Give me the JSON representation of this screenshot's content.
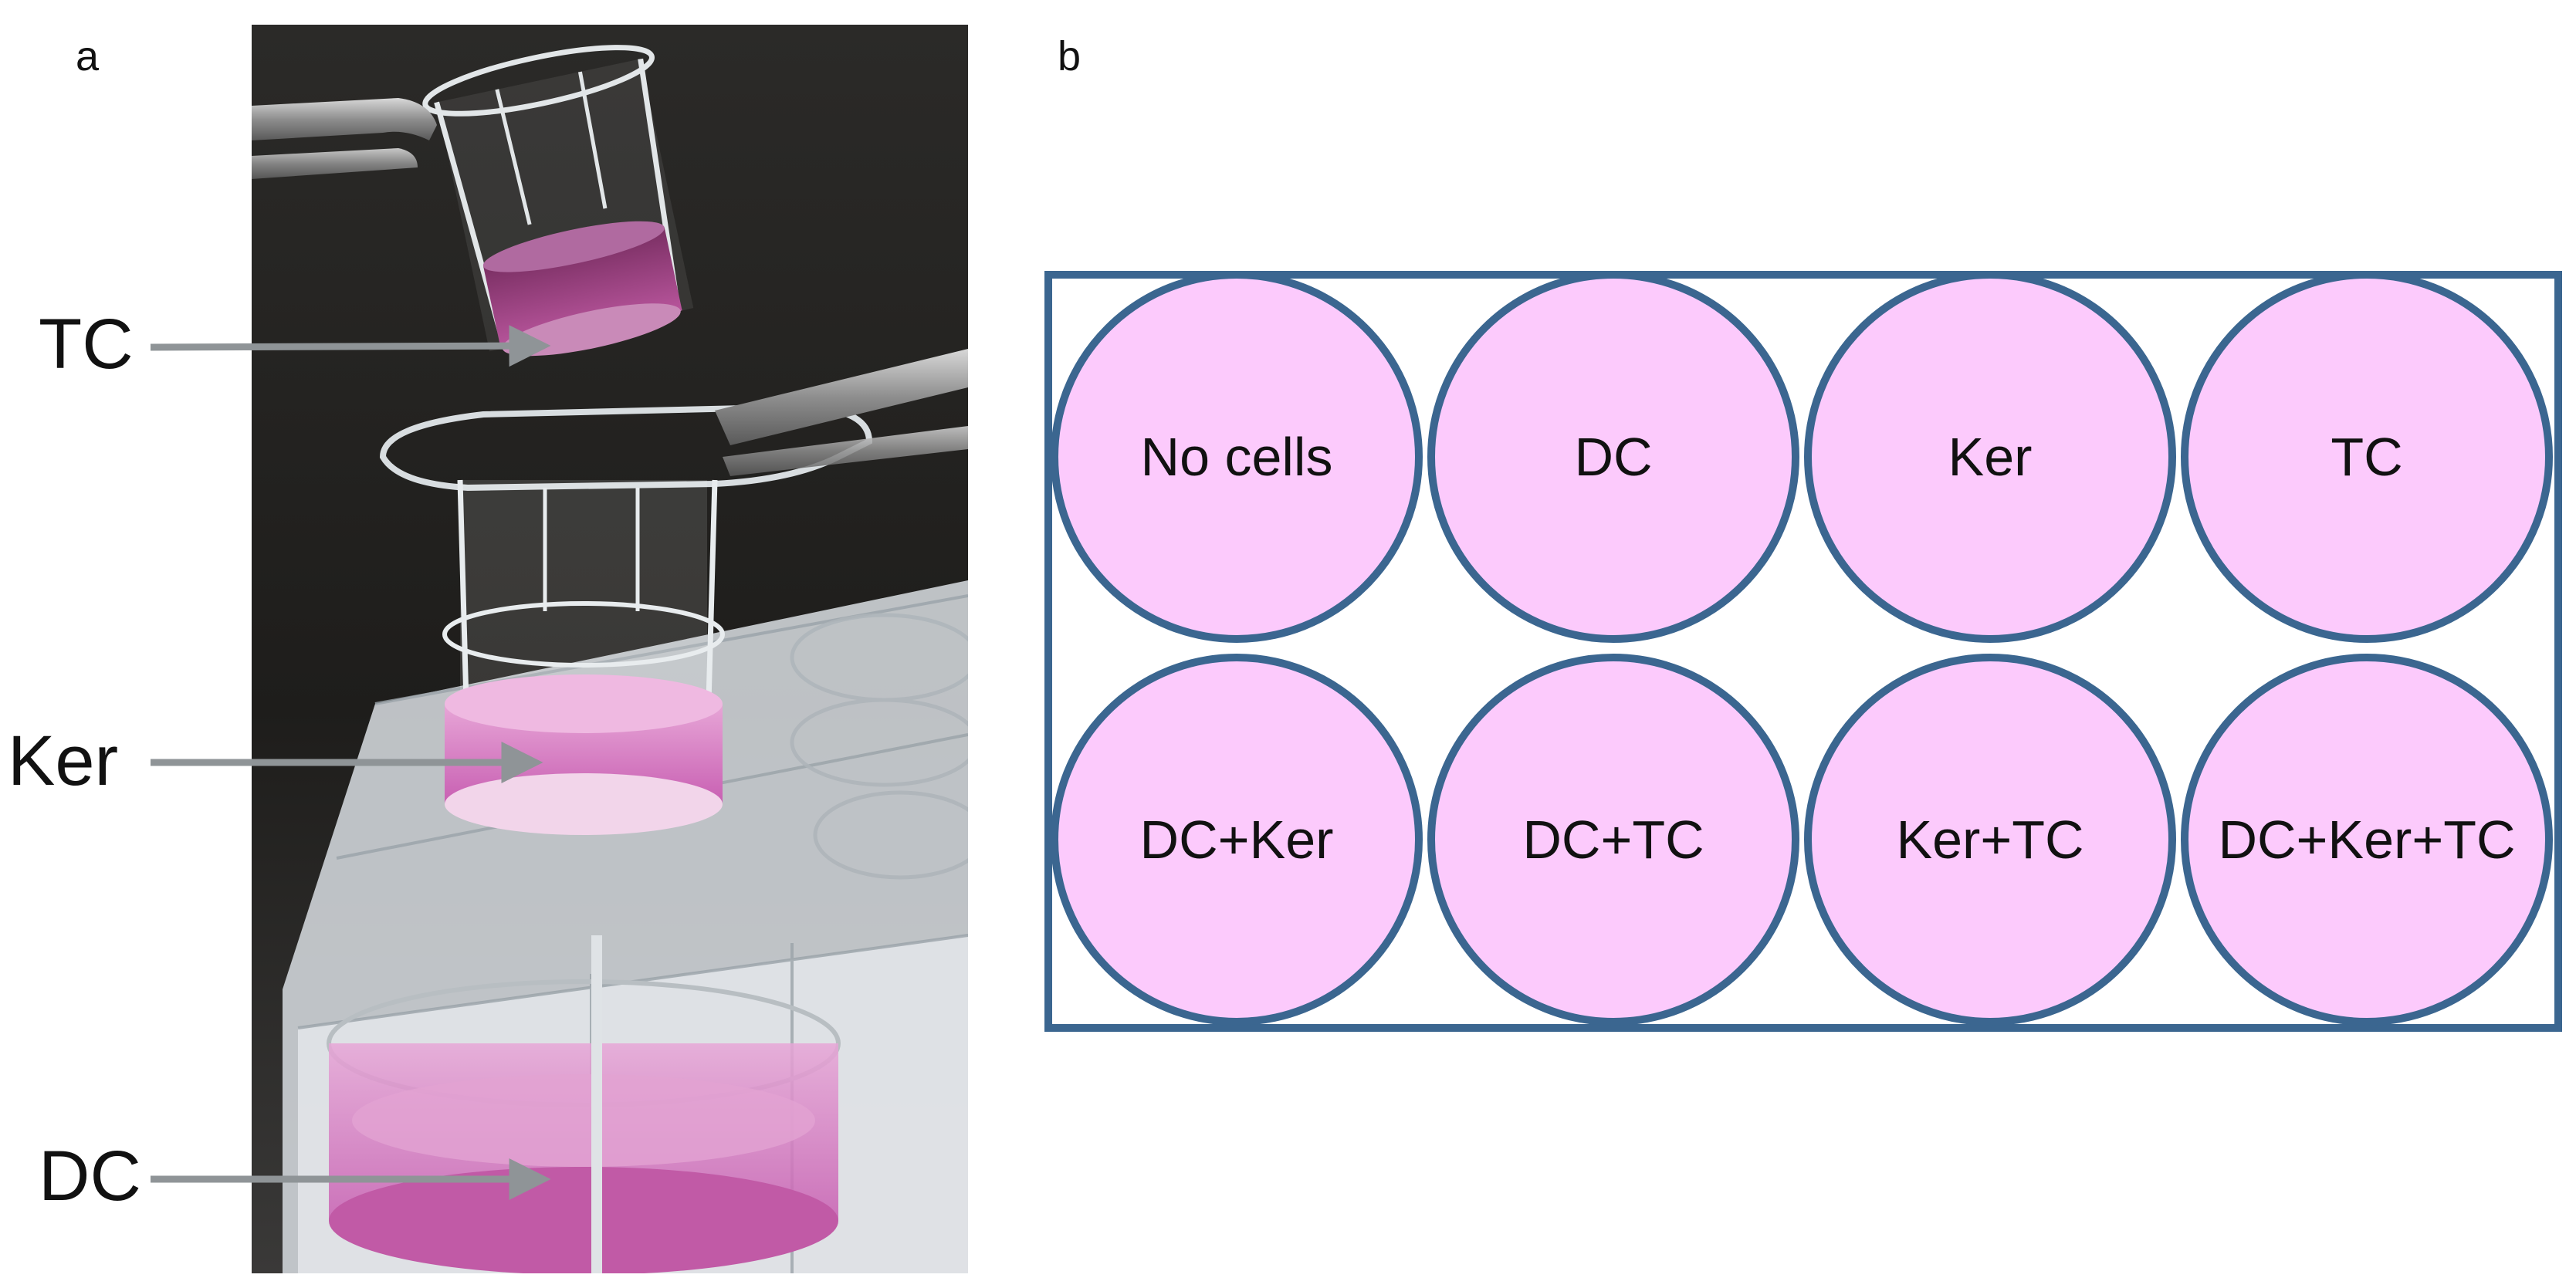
{
  "panels": {
    "a": "a",
    "b": "b"
  },
  "photo_labels": {
    "tc": "TC",
    "ker": "Ker",
    "dc": "DC"
  },
  "plate": {
    "colors": {
      "border": "#3b6690",
      "well_fill": "#fccafc",
      "arrow": "#8f9497"
    },
    "wells": [
      "No cells",
      "DC",
      "Ker",
      "TC",
      "DC+Ker",
      "DC+TC",
      "Ker+TC",
      "DC+Ker+TC"
    ]
  }
}
